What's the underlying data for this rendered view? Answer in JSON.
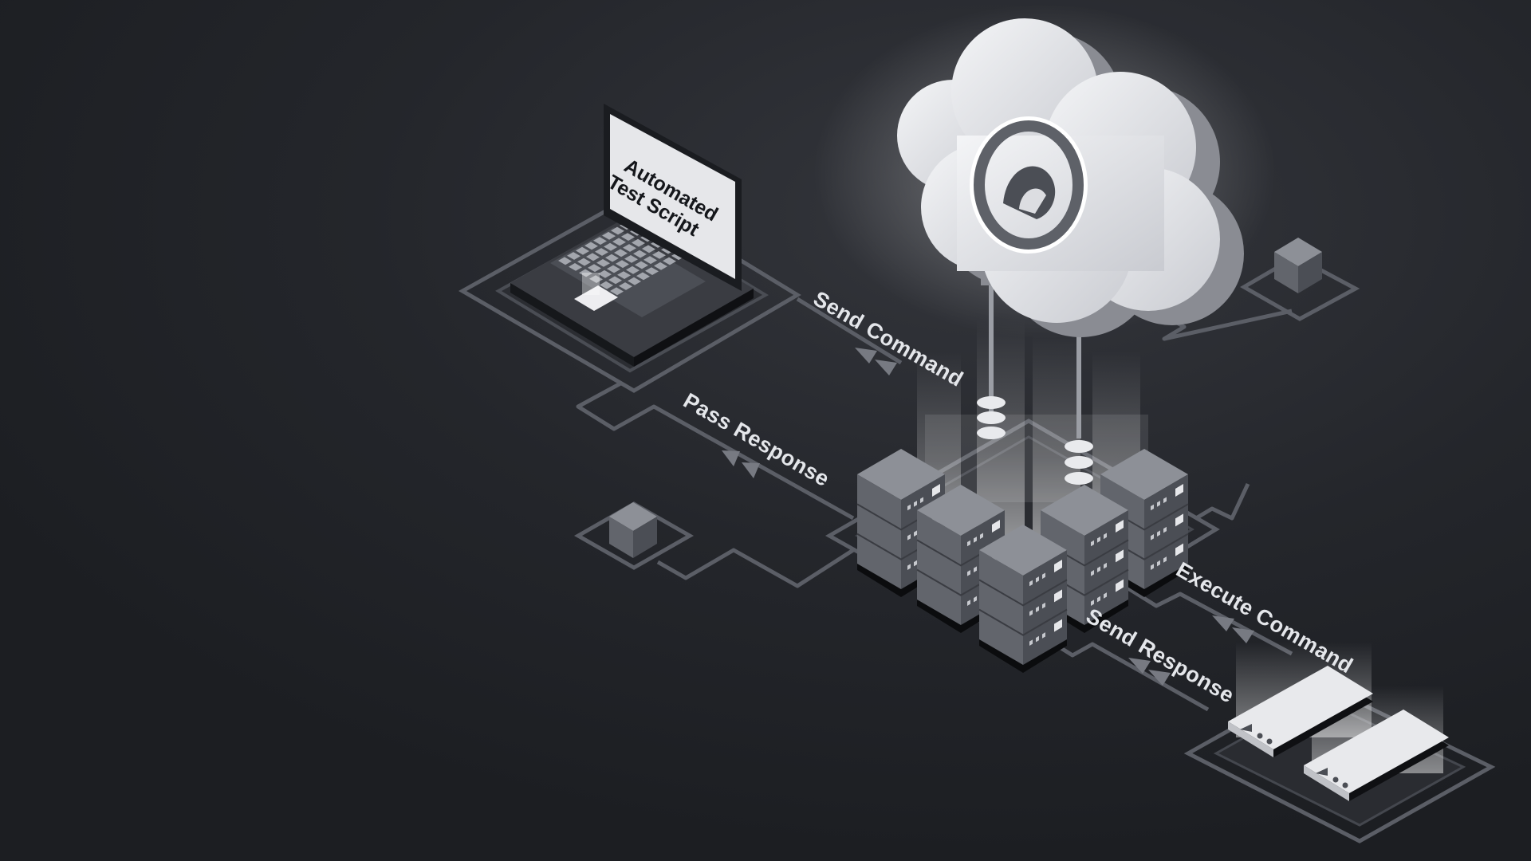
{
  "diagram": {
    "laptop": {
      "screen_lines": [
        "Automated",
        "Test Script"
      ]
    },
    "labels": {
      "send_command": "Send Command",
      "pass_response": "Pass Response",
      "execute_command": "Execute Command",
      "send_response": "Send Response"
    },
    "icons": {
      "laptop": "laptop-icon",
      "cloud": "cloud-icon",
      "server_rack": "server-rack-icon",
      "phone": "mobile-phone-icon",
      "cube": "cube-icon"
    },
    "colors": {
      "background": "#1f2126",
      "line": "#5b5e66",
      "arrow": "#777a82",
      "label": "#e4e6ea",
      "cloud_face": "#e7e8ec",
      "cloud_side": "#8a8c93",
      "server_top": "#8d9097",
      "server_left": "#62656c",
      "server_right": "#4b4e55"
    }
  }
}
